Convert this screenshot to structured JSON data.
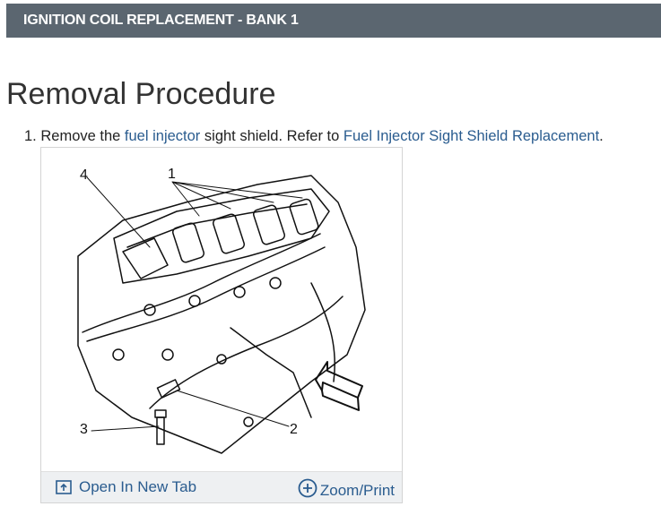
{
  "header": {
    "title": "IGNITION COIL REPLACEMENT - BANK 1"
  },
  "section": {
    "heading": "Removal Procedure"
  },
  "step": {
    "number": "1.",
    "text_before": "Remove the",
    "link1": "fuel injector",
    "text_middle": "sight shield. Refer to",
    "link2": "Fuel Injector Sight Shield Replacement",
    "text_after": "."
  },
  "figure": {
    "callouts": [
      "1",
      "2",
      "3",
      "4"
    ],
    "open_tab_label": "Open In New Tab",
    "open_tab_icon": "open-in-new-tab-icon",
    "zoom_label": "Zoom/Print",
    "zoom_icon": "zoom-plus-icon"
  },
  "colors": {
    "header_bg": "#5b6670",
    "link": "#2a5c8f",
    "footer_bg": "#eef0f2"
  }
}
